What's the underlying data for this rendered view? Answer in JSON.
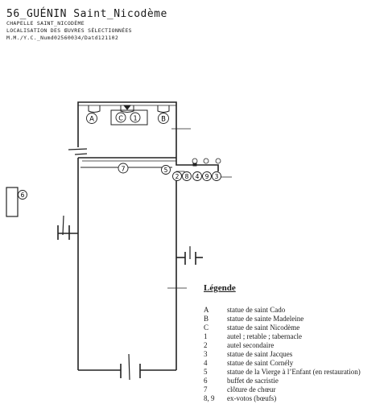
{
  "header": {
    "title": "56_GUÉNIN  Saint_Nicodème",
    "line1": "CHAPELLE SAINT_NICODÈME",
    "line2": "LOCALISATION DES ŒUVRES SÉLECTIONNÉES",
    "line3": "M.M./Y.C._Numd02560034/Datd121102"
  },
  "plan": {
    "markers": [
      "A",
      "B",
      "C",
      "1",
      "2",
      "3",
      "4",
      "5",
      "6",
      "7",
      "8",
      "9"
    ]
  },
  "legend": {
    "title": "Légende",
    "items": [
      {
        "key": "A",
        "label": "statue de saint Cado"
      },
      {
        "key": "B",
        "label": "statue de sainte Madeleine"
      },
      {
        "key": "C",
        "label": "statue de saint Nicodème"
      },
      {
        "key": "1",
        "label": "autel ; retable ; tabernacle"
      },
      {
        "key": "2",
        "label": "autel secondaire"
      },
      {
        "key": "3",
        "label": "statue de saint Jacques"
      },
      {
        "key": "4",
        "label": "statue de saint Cornély"
      },
      {
        "key": "5",
        "label": "statue de la Vierge à l’Enfant (en restauration)"
      },
      {
        "key": "6",
        "label": "buffet de sacristie"
      },
      {
        "key": "7",
        "label": "clôture de chœur"
      },
      {
        "key": "8, 9",
        "label": "ex-votos  (bœufs)"
      }
    ]
  }
}
